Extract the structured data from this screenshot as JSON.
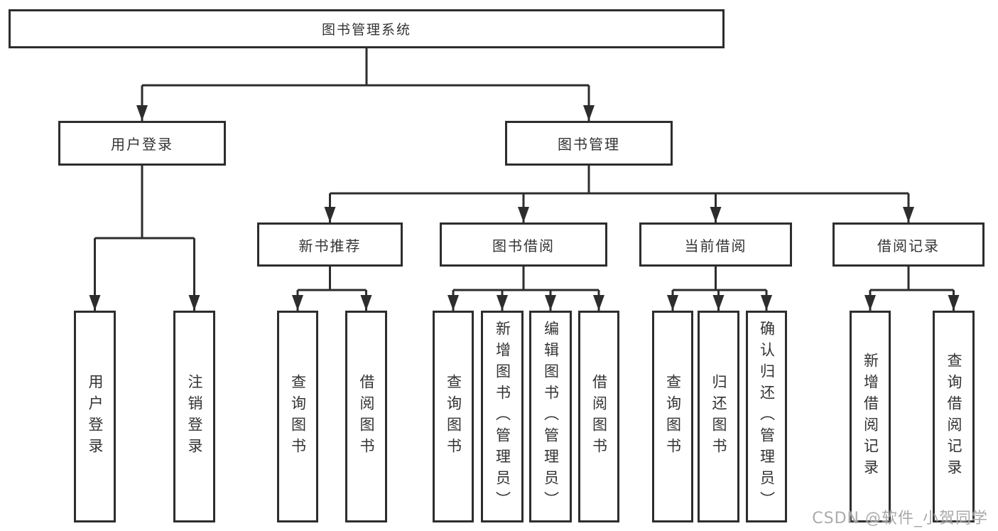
{
  "diagram_type": "hierarchy-tree",
  "colors": {
    "background": "#ffffff",
    "line": "#2d2d2d",
    "box_border": "#2d2d2d",
    "text": "#333333",
    "watermark": "#9b9b9b"
  },
  "tree": {
    "label": "图书管理系统",
    "children": [
      {
        "label": "用户登录",
        "children": [
          {
            "label": "用户登录"
          },
          {
            "label": "注销登录"
          }
        ]
      },
      {
        "label": "图书管理",
        "children": [
          {
            "label": "新书推荐",
            "children": [
              {
                "label": "查询图书"
              },
              {
                "label": "借阅图书"
              }
            ]
          },
          {
            "label": "图书借阅",
            "children": [
              {
                "label": "查询图书"
              },
              {
                "label": "新增图书（管理员）"
              },
              {
                "label": "编辑图书（管理员）"
              },
              {
                "label": "借阅图书"
              }
            ]
          },
          {
            "label": "当前借阅",
            "children": [
              {
                "label": "查询图书"
              },
              {
                "label": "归还图书"
              },
              {
                "label": "确认归还（管理员）"
              }
            ]
          },
          {
            "label": "借阅记录",
            "children": [
              {
                "label": "新增借阅记录"
              },
              {
                "label": "查询借阅记录"
              }
            ]
          }
        ]
      }
    ]
  },
  "watermark": {
    "text": "CSDN @软件_小贺同学"
  }
}
